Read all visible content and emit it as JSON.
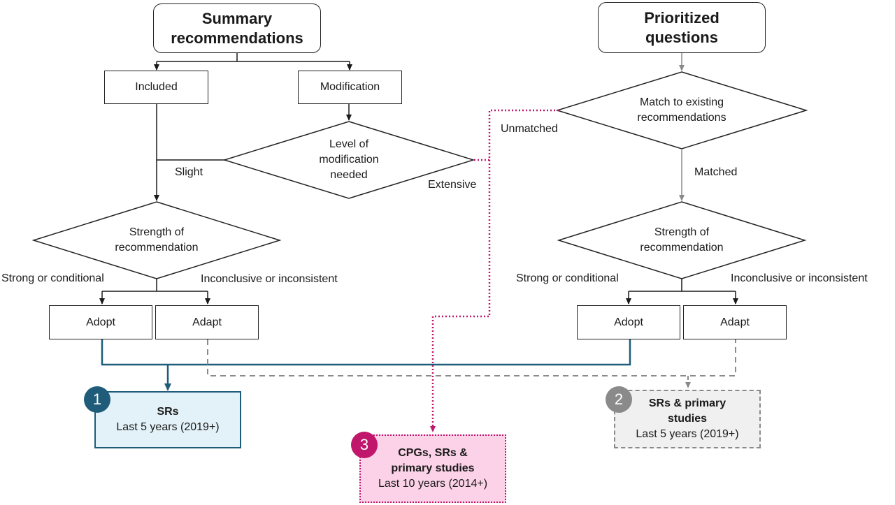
{
  "colors": {
    "line_dark": "#1a1a1a",
    "line_grey": "#8a8a8a",
    "line_blue": "#1f5c7a",
    "line_pink": "#c0166b",
    "box1_fill": "#e3f2f8",
    "box2_fill": "#f0f0f0",
    "box3_fill": "#fbd2e7"
  },
  "left_flow": {
    "start": "Summary\nrecommendations",
    "included": "Included",
    "modification": "Modification",
    "level_decision": "Level of\nmodification\nneeded",
    "slight": "Slight",
    "extensive": "Extensive",
    "strength_decision": "Strength of\nrecommendation",
    "strong_label": "Strong or conditional",
    "inconclusive_label": "Inconclusive or inconsistent",
    "adopt": "Adopt",
    "adapt": "Adapt"
  },
  "right_flow": {
    "start": "Prioritized\nquestions",
    "match_decision": "Match to existing\nrecommendations",
    "unmatched": "Unmatched",
    "matched": "Matched",
    "strength_decision": "Strength of\nrecommendation",
    "strong_label": "Strong or conditional",
    "inconclusive_label": "Inconclusive or inconsistent",
    "adopt": "Adopt",
    "adapt": "Adapt"
  },
  "outcomes": [
    {
      "number": "1",
      "title": "SRs",
      "period": "Last 5 years (2019+)"
    },
    {
      "number": "2",
      "title": "SRs & primary\nstudies",
      "period": "Last 5 years (2019+)"
    },
    {
      "number": "3",
      "title": "CPGs, SRs &\nprimary studies",
      "period": "Last 10 years (2014+)"
    }
  ]
}
